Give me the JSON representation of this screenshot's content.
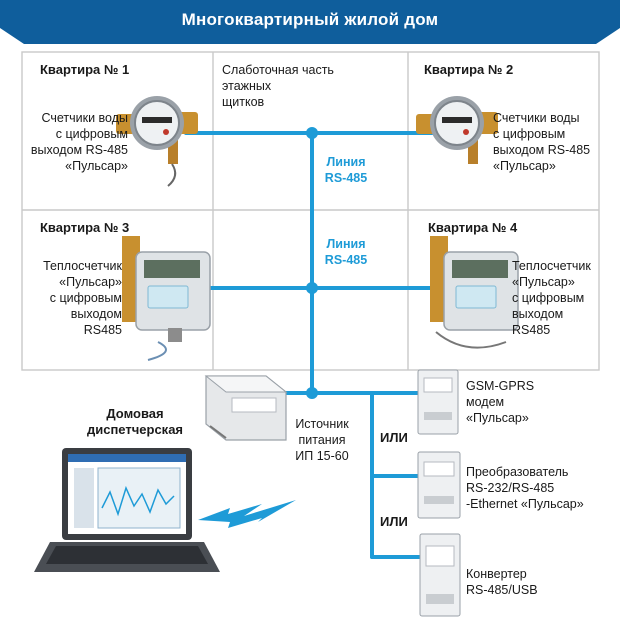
{
  "header": {
    "title": "Многоквартирный жилой дом"
  },
  "apartments": [
    {
      "title": "Квартира № 1",
      "desc": [
        "Счетчики воды",
        "с цифровым",
        "выходом RS-485",
        "«Пульсар»"
      ]
    },
    {
      "title": "Квартира № 2",
      "desc": [
        "Счетчики воды",
        "с цифровым",
        "выходом RS-485",
        "«Пульсар»"
      ]
    },
    {
      "title": "Квартира № 3",
      "desc": [
        "Теплосчетчик",
        "«Пульсар»",
        "с цифровым",
        "выходом",
        "RS485"
      ]
    },
    {
      "title": "Квартира № 4",
      "desc": [
        "Теплосчетчик",
        "«Пульсар»",
        "с цифровым",
        "выходом",
        "RS485"
      ]
    }
  ],
  "riser": {
    "label": [
      "Слаботочная часть",
      "этажных",
      "щитков"
    ]
  },
  "lines": [
    {
      "label": [
        "Линия",
        "RS-485"
      ]
    },
    {
      "label": [
        "Линия",
        "RS-485"
      ]
    }
  ],
  "dispatch": {
    "label": [
      "Домовая",
      "диспетчерская"
    ]
  },
  "power": {
    "label": [
      "Источник",
      "питания",
      "ИП 15-60"
    ]
  },
  "or_label": "ИЛИ",
  "devices": [
    {
      "label": [
        "GSM-GPRS",
        "модем",
        "«Пульсар»"
      ]
    },
    {
      "label": [
        "Преобразователь",
        "RS-232/RS-485",
        "-Ethernet «Пульсар»"
      ]
    },
    {
      "label": [
        "Конвертер",
        "RS-485/USB"
      ]
    }
  ],
  "colors": {
    "header_bg": "#0f5e9c",
    "bus": "#1e9bd7",
    "grid": "#c9c9c9"
  }
}
